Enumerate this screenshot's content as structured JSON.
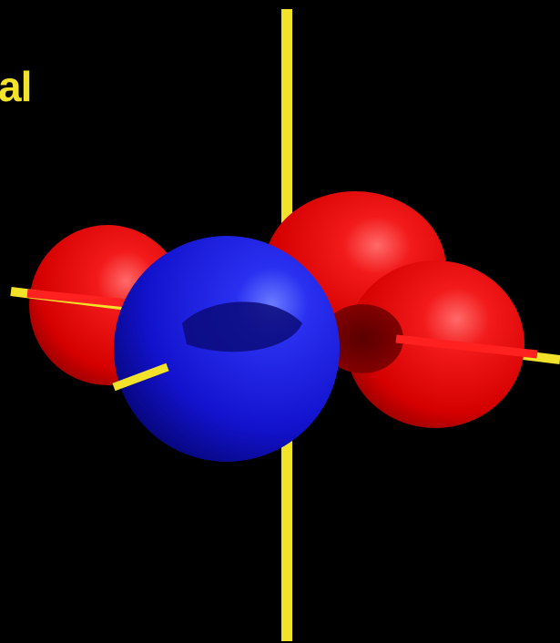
{
  "label": {
    "text": "al"
  },
  "colors": {
    "background": "#000000",
    "axis": "#f2e22a",
    "lobe_red": "#e00000",
    "lobe_blue": "#1414d8",
    "label": "#f2e22a"
  },
  "figure": {
    "subject": "orbital lobes",
    "lobes": [
      {
        "id": "back-left",
        "color": "red"
      },
      {
        "id": "back-right",
        "color": "red"
      },
      {
        "id": "front-right",
        "color": "red"
      },
      {
        "id": "front-left",
        "color": "blue"
      }
    ],
    "axes": [
      "vertical",
      "horizontal",
      "front-back"
    ]
  }
}
